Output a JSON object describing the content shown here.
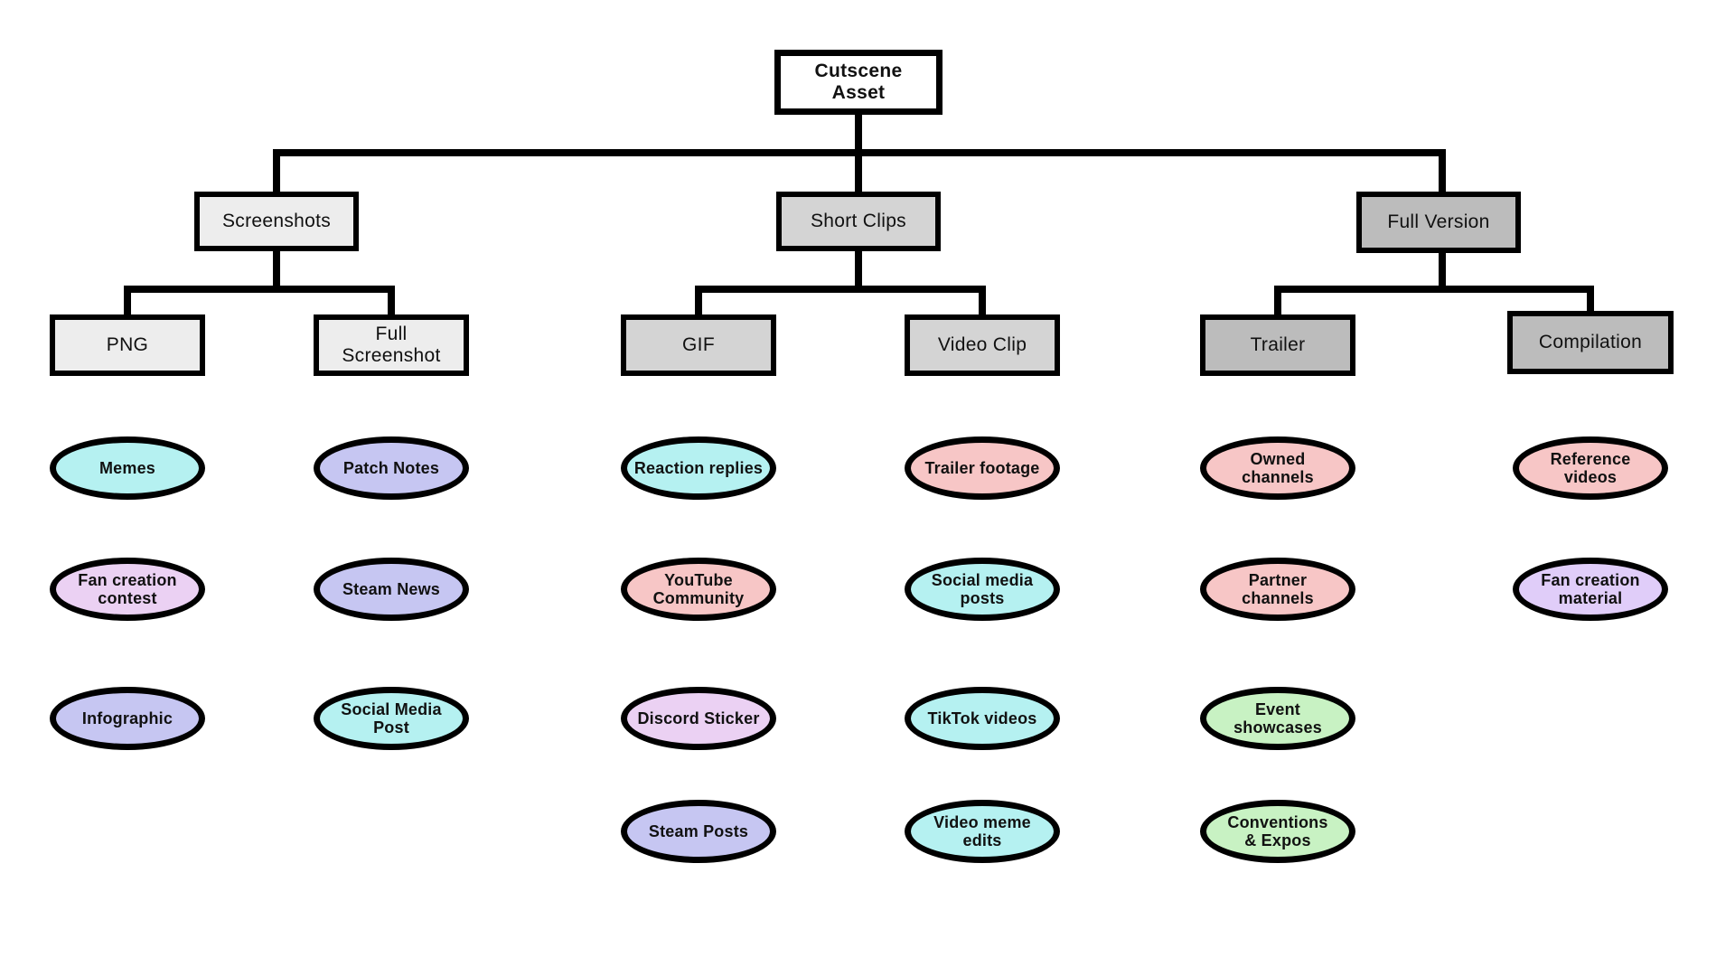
{
  "root": {
    "label": "Cutscene Asset",
    "fill": "#ffffff"
  },
  "palette": {
    "level_screenshots": "#ededed",
    "level_short_clips": "#d4d4d4",
    "level_full_version": "#bcbcbc",
    "cyan": "#b5f1f1",
    "periwinkle": "#c6c6f2",
    "pink": "#f7c6c6",
    "orchid": "#ebd1f3",
    "lavender": "#e0cdf9",
    "green": "#c8f2c3",
    "line": "#000000"
  },
  "branches": [
    {
      "label": "Screenshots",
      "fill": "#ededed",
      "children": [
        {
          "label": "PNG",
          "fill": "#ededed",
          "items": [
            {
              "label": "Memes",
              "fill": "#b5f1f1"
            },
            {
              "label": "Fan creation\ncontest",
              "fill": "#ebd1f3"
            },
            {
              "label": "Infographic",
              "fill": "#c6c6f2"
            }
          ]
        },
        {
          "label": "Full Screenshot",
          "fill": "#ededed",
          "items": [
            {
              "label": "Patch Notes",
              "fill": "#c6c6f2"
            },
            {
              "label": "Steam News",
              "fill": "#c6c6f2"
            },
            {
              "label": "Social Media\nPost",
              "fill": "#b5f1f1"
            }
          ]
        }
      ]
    },
    {
      "label": "Short Clips",
      "fill": "#d4d4d4",
      "children": [
        {
          "label": "GIF",
          "fill": "#d4d4d4",
          "items": [
            {
              "label": "Reaction replies",
              "fill": "#b5f1f1"
            },
            {
              "label": "YouTube\nCommunity",
              "fill": "#f7c6c6"
            },
            {
              "label": "Discord Sticker",
              "fill": "#ebd1f3"
            },
            {
              "label": "Steam Posts",
              "fill": "#c6c6f2"
            }
          ]
        },
        {
          "label": "Video Clip",
          "fill": "#d4d4d4",
          "items": [
            {
              "label": "Trailer footage",
              "fill": "#f7c6c6"
            },
            {
              "label": "Social media\nposts",
              "fill": "#b5f1f1"
            },
            {
              "label": "TikTok videos",
              "fill": "#b5f1f1"
            },
            {
              "label": "Video meme\nedits",
              "fill": "#b5f1f1"
            }
          ]
        }
      ]
    },
    {
      "label": "Full Version",
      "fill": "#bcbcbc",
      "children": [
        {
          "label": "Trailer",
          "fill": "#bcbcbc",
          "items": [
            {
              "label": "Owned\nchannels",
              "fill": "#f7c6c6"
            },
            {
              "label": "Partner\nchannels",
              "fill": "#f7c6c6"
            },
            {
              "label": "Event\nshowcases",
              "fill": "#c8f2c3"
            },
            {
              "label": "Conventions\n& Expos",
              "fill": "#c8f2c3"
            }
          ]
        },
        {
          "label": "Compilation",
          "fill": "#bcbcbc",
          "items": [
            {
              "label": "Reference\nvideos",
              "fill": "#f7c6c6"
            },
            {
              "label": "Fan creation\nmaterial",
              "fill": "#e0cdf9"
            }
          ]
        }
      ]
    }
  ]
}
